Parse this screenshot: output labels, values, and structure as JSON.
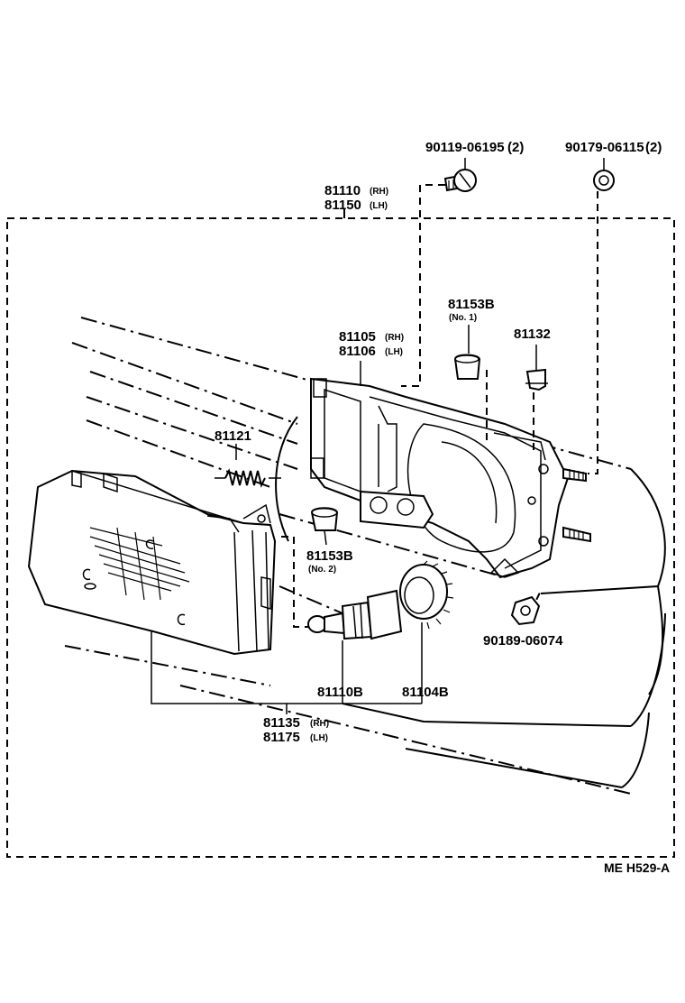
{
  "diagram": {
    "reference_code": "ME  H529-A",
    "parts": {
      "screw": {
        "number": "90119-06195",
        "qty": "(2)"
      },
      "nut_top": {
        "number": "90179-06115",
        "qty": "(2)"
      },
      "headlamp_unit": {
        "rh": "81110",
        "rh_tag": "(RH)",
        "lh": "81150",
        "lh_tag": "(LH)"
      },
      "housing": {
        "rh": "81105",
        "rh_tag": "(RH)",
        "lh": "81106",
        "lh_tag": "(LH)"
      },
      "socket_no1": {
        "number": "81153B",
        "note": "(No. 1)"
      },
      "retainer": {
        "number": "81132"
      },
      "spring": {
        "number": "81121"
      },
      "socket_no2": {
        "number": "81153B",
        "note": "(No. 2)"
      },
      "nut_bottom": {
        "number": "90189-06074"
      },
      "bulb": {
        "number": "81110B"
      },
      "ring": {
        "number": "81104B"
      },
      "lens": {
        "rh": "81135",
        "rh_tag": "(RH)",
        "lh": "81175",
        "lh_tag": "(LH)"
      }
    }
  }
}
